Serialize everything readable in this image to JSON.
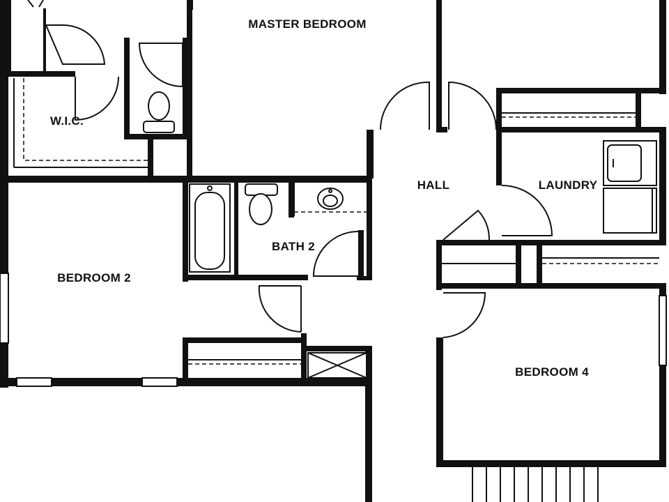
{
  "colors": {
    "wall": "#111111",
    "background": "#ffffff"
  },
  "rooms": {
    "master_bedroom": "MASTER BEDROOM",
    "wic": "W.I.C.",
    "hall": "HALL",
    "laundry": "LAUNDRY",
    "bedroom_2": "BEDROOM 2",
    "bath_2": "BATH 2",
    "bedroom_4": "BEDROOM 4"
  },
  "icons": [
    "toilet-icon",
    "bathtub-icon",
    "sink-icon",
    "washer-icon",
    "dryer-icon",
    "door-swing-icon",
    "linen-closet-icon",
    "stair-icon"
  ]
}
